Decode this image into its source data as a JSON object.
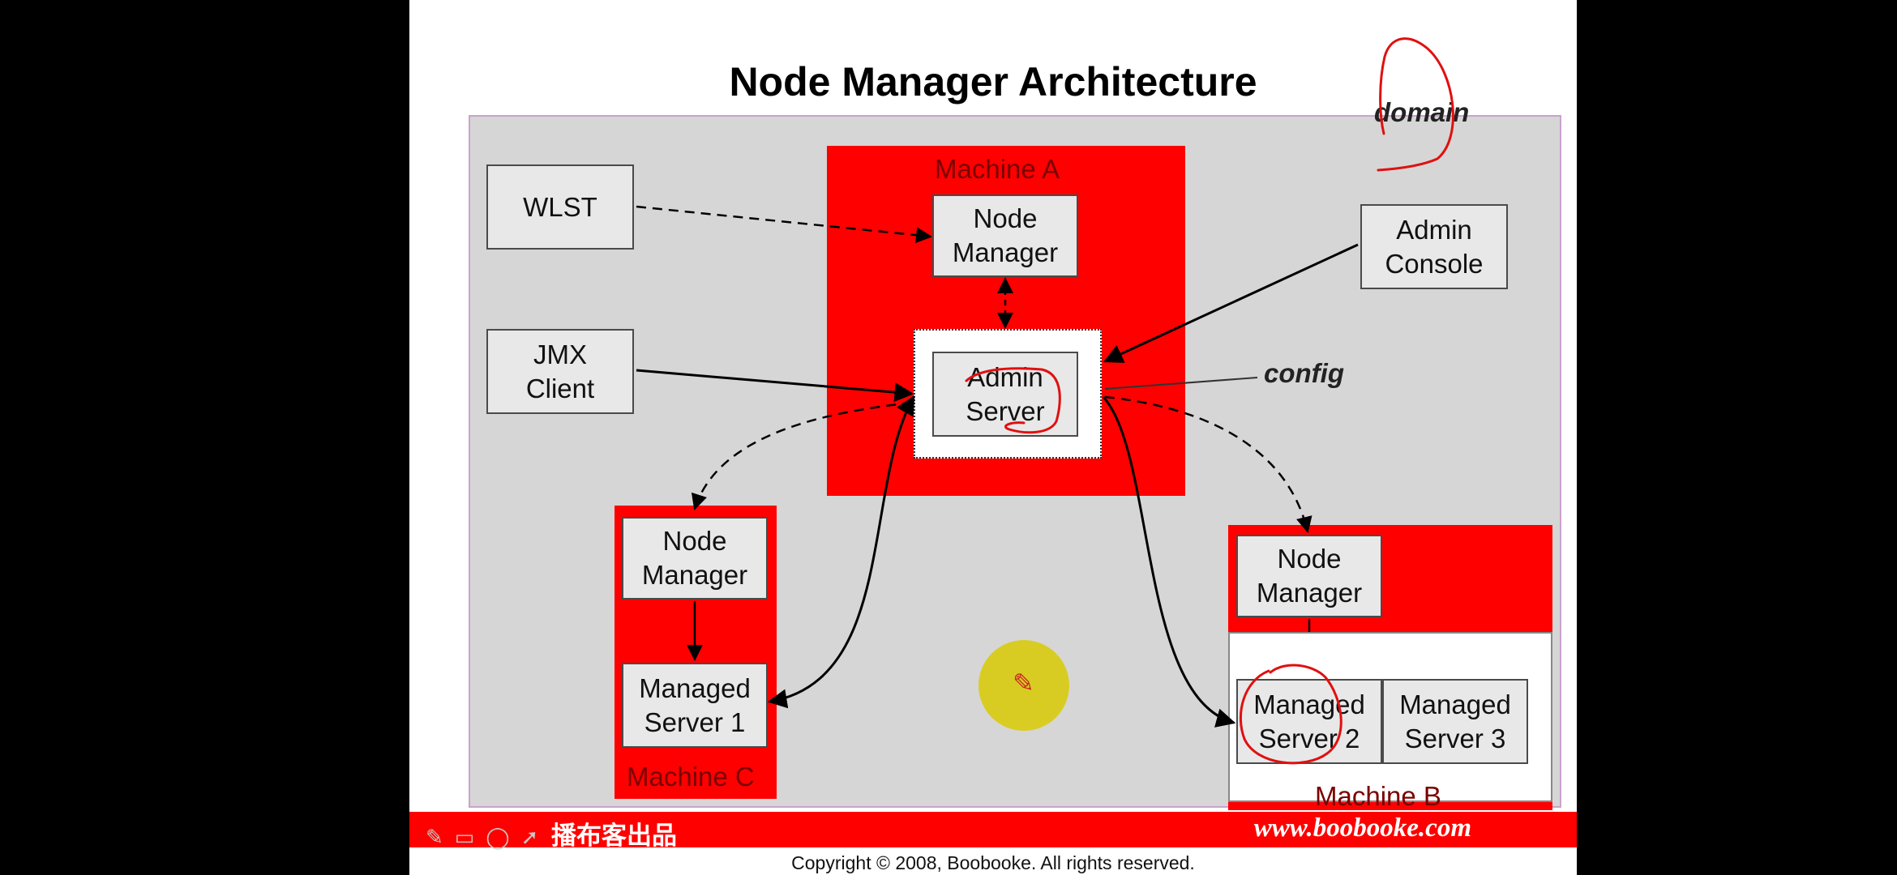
{
  "slide": {
    "title": "Node Manager Architecture",
    "annotations": {
      "domain": "domain",
      "config": "config"
    },
    "machines": {
      "a": "Machine A",
      "b": "Machine B",
      "c": "Machine C"
    },
    "boxes": {
      "wlst": "WLST",
      "jmx_client": "JMX\nClient",
      "admin_console": "Admin\nConsole",
      "nm_a": "Node\nManager",
      "admin_server": "Admin\nServer",
      "nm_c": "Node\nManager",
      "managed_1": "Managed\nServer 1",
      "nm_b": "Node\nManager",
      "managed_2": "Managed\nServer 2",
      "managed_3": "Managed\nServer 3"
    },
    "footer": {
      "logo": "播布客出品",
      "url": "www.boobooke.com",
      "copyright": "Copyright © 2008, Boobooke. All rights reserved."
    }
  },
  "colors": {
    "machine": "#ff0000",
    "domain_background": "#d6d6d6",
    "handwriting": "#e01010",
    "pen_cursor": "#d9cc14"
  },
  "icons": {
    "pen_cursor": "pencil-icon",
    "toolbar": [
      "pen-icon",
      "whiteboard-icon",
      "eraser-icon",
      "pointer-icon"
    ]
  }
}
